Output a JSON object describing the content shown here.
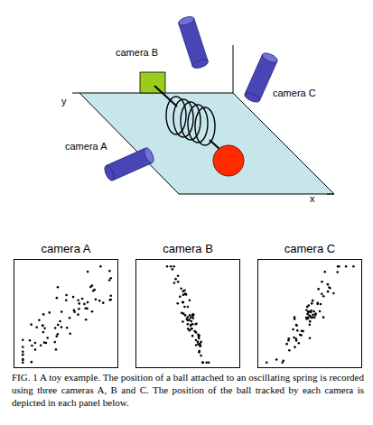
{
  "diagram": {
    "caption": "FIG. 1 A toy example. The position of a ball attached to an oscillating spring is recorded using three cameras A, B and C. The position of the ball tracked by each camera is depicted in each panel below.",
    "nodes": [
      {
        "text": [
          "camera A"
        ]
      },
      {
        "text": [
          "camera B"
        ]
      },
      {
        "text": [
          "camera C"
        ]
      }
    ],
    "labels": [
      "camera B",
      "camera C",
      "y",
      "camera A",
      "x"
    ]
  }
}
